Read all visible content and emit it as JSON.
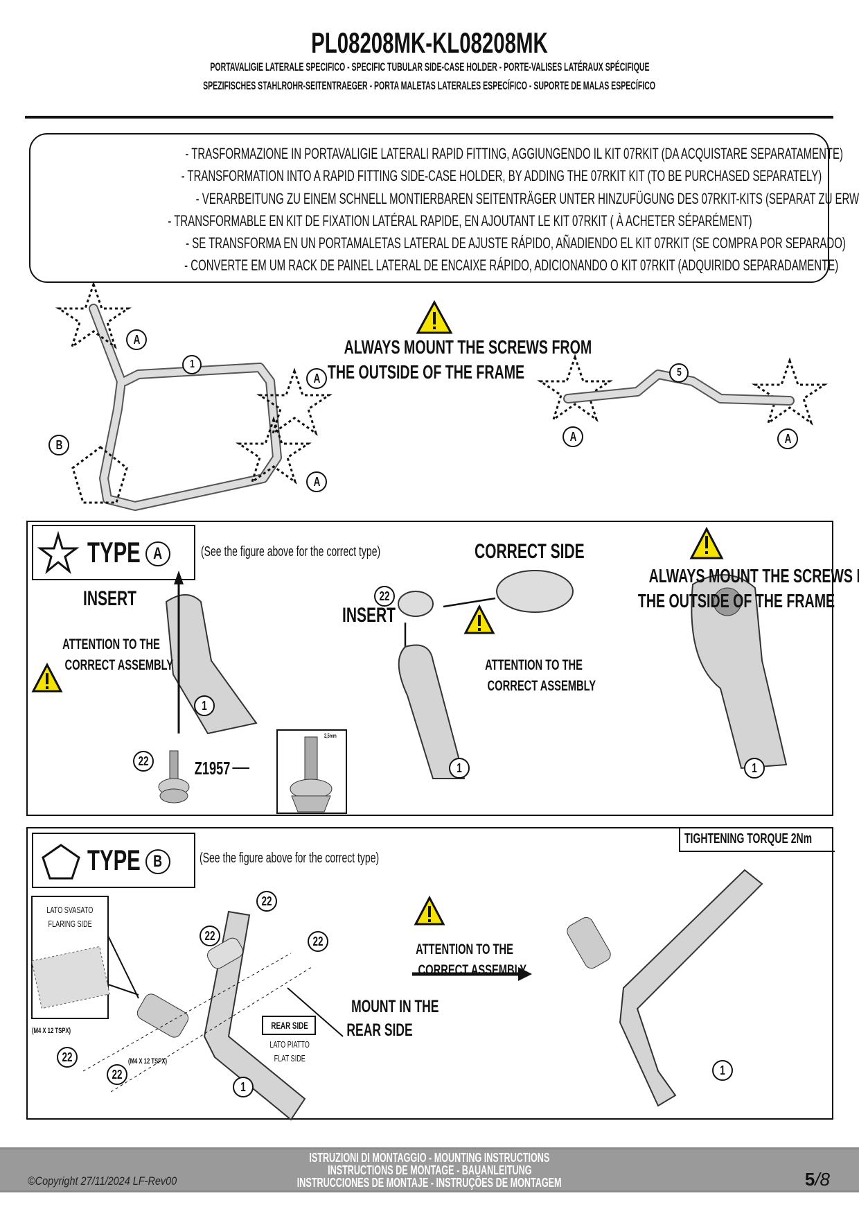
{
  "header": {
    "title": "PL08208MK-KL08208MK",
    "subtitle_1": "PORTAVALIGIE LATERALE SPECIFICO  -  SPECIFIC TUBULAR SIDE-CASE HOLDER  - PORTE-VALISES LATÉRAUX SPÉCIFIQUE",
    "subtitle_2": "SPEZIFISCHES STAHLROHR-SEITENTRAEGER - PORTA MALETAS LATERALES ESPECÍFICO - SUPORTE DE MALAS ESPECÍFICO"
  },
  "notice": {
    "lines": [
      "- TRASFORMAZIONE IN PORTAVALIGIE LATERALI RAPID FITTING, AGGIUNGENDO IL KIT 07RKIT (DA ACQUISTARE SEPARATAMENTE)",
      "- TRANSFORMATION INTO A RAPID FITTING SIDE-CASE HOLDER, BY ADDING THE 07RKIT KIT (TO BE PURCHASED SEPARATELY)",
      "- VERARBEITUNG ZU EINEM SCHNELL MONTIERBAREN SEITENTRÄGER UNTER HINZUFÜGUNG DES 07RKIT-KITS (SEPARAT ZU ERWERBEN)",
      "-  TRANSFORMABLE EN KIT DE FIXATION LATÉRAL RAPIDE, EN AJOUTANT LE KIT 07RKIT ( À ACHETER SÉPARÉMENT)",
      "- SE TRANSFORMA EN UN PORTAMALETAS LATERAL DE AJUSTE RÁPIDO, AÑADIENDO EL KIT 07RKIT (SE COMPRA POR SEPARADO)",
      "- CONVERTE EM UM RACK DE PAINEL LATERAL DE ENCAIXE RÁPIDO, ADICIONANDO O KIT 07RKIT (ADQUIRIDO SEPARADAMENTE)"
    ]
  },
  "overview": {
    "warning_line_1": "ALWAYS MOUNT THE SCREWS FROM",
    "warning_line_2": "THE OUTSIDE OF THE FRAME",
    "labels": {
      "a": "A",
      "b": "B",
      "part1": "1",
      "part5": "5"
    }
  },
  "type_a": {
    "type_label": "TYPE",
    "type_letter": "A",
    "see_figure": "(See the figure above for the correct type)",
    "insert_left": "INSERT",
    "attention_1": "ATTENTION TO THE",
    "attention_2": "CORRECT ASSEMBLY",
    "part_code": "Z1957",
    "dimension": "2,5mm",
    "correct_side": "CORRECT SIDE",
    "insert_center": "INSERT",
    "warning_line_1": "ALWAYS MOUNT THE SCREWS FROM",
    "warning_line_2": "THE OUTSIDE OF THE FRAME",
    "part1": "1",
    "part22": "22"
  },
  "type_b": {
    "type_label": "TYPE",
    "type_letter": "B",
    "see_figure": "(See the figure above for the correct type)",
    "torque": "TIGHTENING TORQUE 2Nm",
    "flaring_1": "LATO SVASATO",
    "flaring_2": "FLARING SIDE",
    "screw_spec": "(M4 X 12 TSPX)",
    "rear_side_box": "REAR SIDE",
    "flat_1": "LATO PIATTO",
    "flat_2": "FLAT SIDE",
    "mount_1": "MOUNT IN THE",
    "mount_2": "REAR  SIDE",
    "attention_1": "ATTENTION TO THE",
    "attention_2": "CORRECT ASSEMBLY",
    "part1": "1",
    "part22": "22"
  },
  "footer": {
    "copyright": "©Copyright 27/11/2024 LF-Rev00",
    "line_1": "ISTRUZIONI DI MONTAGGIO  -  MOUNTING INSTRUCTIONS",
    "line_2": "INSTRUCTIONS DE MONTAGE - BAUANLEITUNG",
    "line_3": "INSTRUCCIONES DE MONTAJE - INSTRUÇÕES DE MONTAGEM",
    "page_current": "5",
    "page_total": "/8"
  },
  "colors": {
    "warning_yellow": "#f5e400",
    "footer_gray": "#9a9a9a",
    "part_gray": "#d4d4d4"
  }
}
